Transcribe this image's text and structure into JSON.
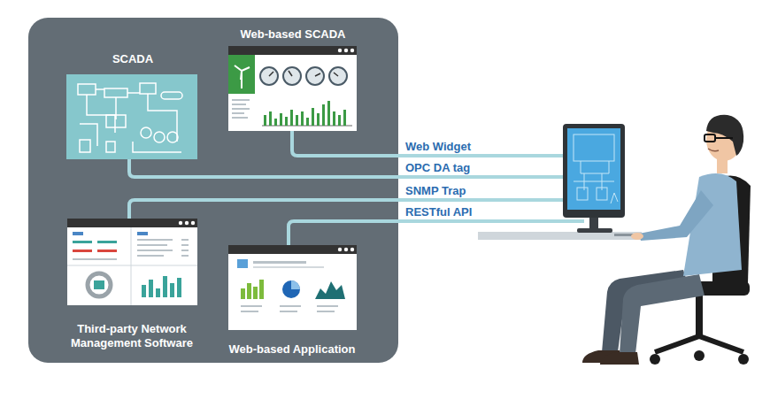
{
  "diagram": {
    "nodes": [
      {
        "text": [
          "SCADA"
        ]
      },
      {
        "text": [
          "Web-based SCADA"
        ]
      },
      {
        "text": [
          "Third-party Network Management Software"
        ]
      },
      {
        "text": [
          "Web-based Application"
        ]
      }
    ],
    "labels": [
      "Web Widget",
      "OPC DA tag",
      "SNMP Trap",
      "RESTful API"
    ]
  }
}
